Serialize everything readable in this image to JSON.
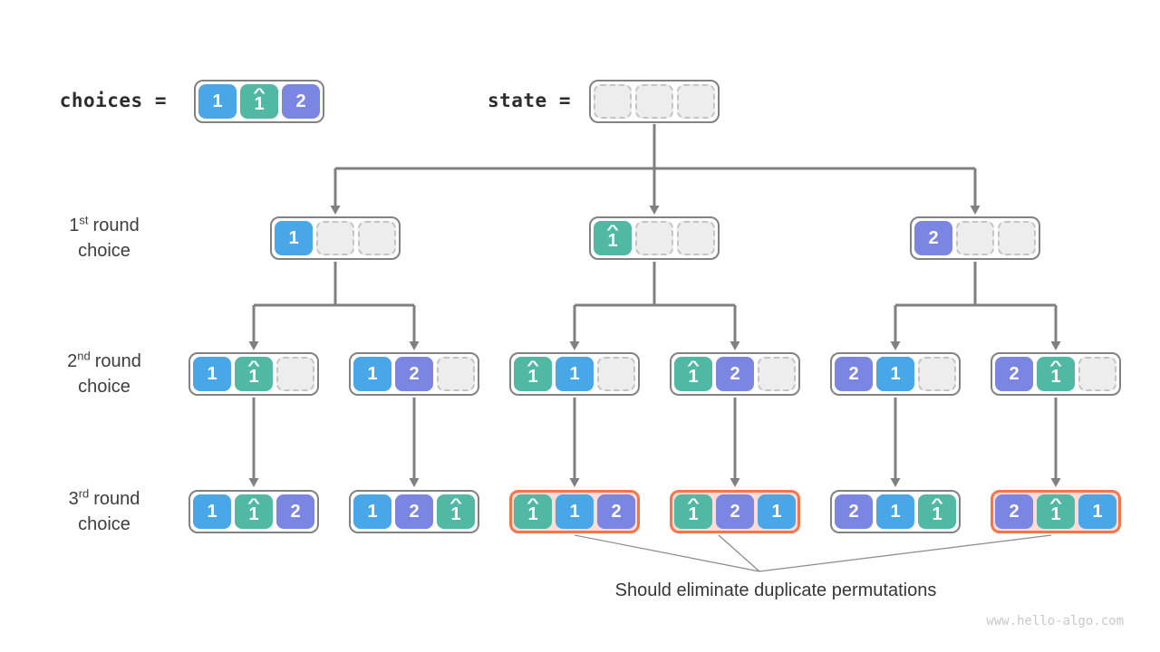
{
  "header": {
    "choices_label": "choices =",
    "state_label": "state ="
  },
  "hat_glyph": "^",
  "cell_types": {
    "1": {
      "digit": "1",
      "hat": false,
      "color": "#49a7e8"
    },
    "1h": {
      "digit": "1",
      "hat": true,
      "color": "#51b9a3"
    },
    "2": {
      "digit": "2",
      "hat": false,
      "color": "#7b86e2"
    },
    "empty": {
      "empty": true
    }
  },
  "nodes": {
    "choices": {
      "cells": [
        "1",
        "1h",
        "2"
      ]
    },
    "state": {
      "cells": [
        "empty",
        "empty",
        "empty"
      ]
    },
    "round1": [
      {
        "cells": [
          "1",
          "empty",
          "empty"
        ]
      },
      {
        "cells": [
          "1h",
          "empty",
          "empty"
        ]
      },
      {
        "cells": [
          "2",
          "empty",
          "empty"
        ]
      }
    ],
    "round2": [
      {
        "cells": [
          "1",
          "1h",
          "empty"
        ]
      },
      {
        "cells": [
          "1",
          "2",
          "empty"
        ]
      },
      {
        "cells": [
          "1h",
          "1",
          "empty"
        ]
      },
      {
        "cells": [
          "1h",
          "2",
          "empty"
        ]
      },
      {
        "cells": [
          "2",
          "1",
          "empty"
        ]
      },
      {
        "cells": [
          "2",
          "1h",
          "empty"
        ]
      }
    ],
    "round3": [
      {
        "cells": [
          "1",
          "1h",
          "2"
        ],
        "dup": false
      },
      {
        "cells": [
          "1",
          "2",
          "1h"
        ],
        "dup": false
      },
      {
        "cells": [
          "1h",
          "1",
          "2"
        ],
        "dup": true
      },
      {
        "cells": [
          "1h",
          "2",
          "1"
        ],
        "dup": true
      },
      {
        "cells": [
          "2",
          "1",
          "1h"
        ],
        "dup": false
      },
      {
        "cells": [
          "2",
          "1h",
          "1"
        ],
        "dup": true
      }
    ]
  },
  "row_labels": [
    {
      "num": "1",
      "sup": "st",
      "word": "round",
      "line2": "choice"
    },
    {
      "num": "2",
      "sup": "nd",
      "word": "round",
      "line2": "choice"
    },
    {
      "num": "3",
      "sup": "rd",
      "word": "round",
      "line2": "choice"
    }
  ],
  "annotation": "Should eliminate duplicate permutations",
  "watermark": "www.hello-algo.com",
  "colors": {
    "element_blue": "#49a7e8",
    "element_teal": "#51b9a3",
    "element_purple": "#7b86e2",
    "node_border": "#828282",
    "connector": "#808080",
    "duplicate_border": "#f5764a",
    "duplicate_fill": "#fbdcd8",
    "empty_fill": "#ededed",
    "empty_border": "#c4c4c4"
  }
}
